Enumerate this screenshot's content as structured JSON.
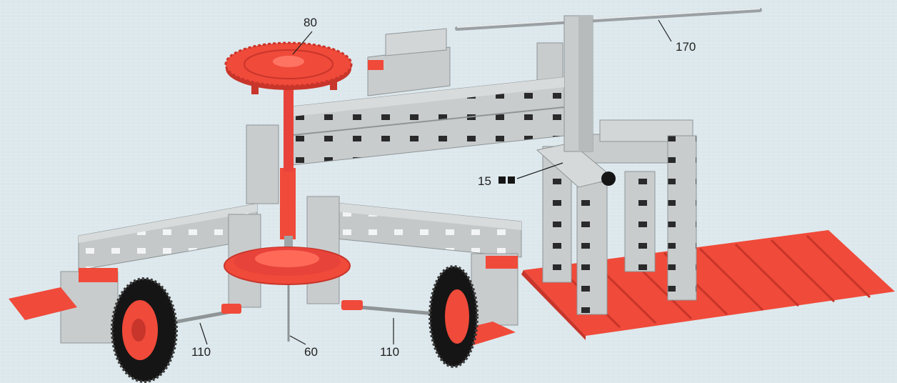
{
  "callouts": {
    "gear": "80",
    "top_axle": "170",
    "bracket": "15",
    "left_axle": "110",
    "center_axle": "60",
    "right_axle": "110"
  },
  "colors": {
    "red": "#f04a3a",
    "gray": "#c9cccd",
    "gray_dark": "#8f9597",
    "black": "#151515",
    "background": "#dbe7ec"
  }
}
